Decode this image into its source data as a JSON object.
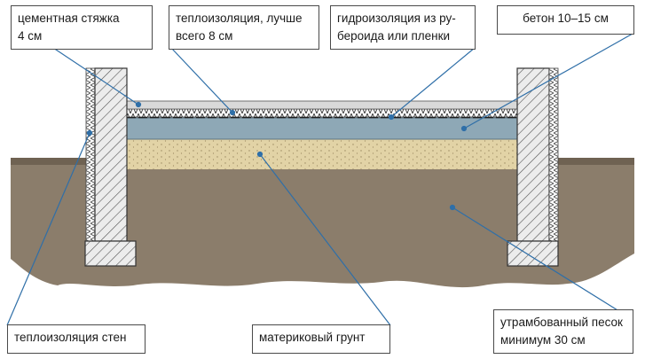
{
  "diagram": {
    "labels": {
      "cement_screed": "цементная стяжка\n4 см",
      "floor_insulation": "теплоизоляция, лучше\nвсего 8 см",
      "waterproofing": "гидроизоляция из ру-\nбероида или пленки",
      "concrete": "бетон 10–15 см",
      "wall_insulation": "теплоизоляция стен",
      "native_soil": "материковый грунт",
      "compacted_sand": "утрамбованный песок\nминимум 30 см"
    },
    "colors": {
      "soil": "#8b7d6b",
      "soil_dark": "#6f6252",
      "sand": "#e2d3a6",
      "concrete": "#8ea8b6",
      "screed": "#d9d9d9",
      "wall_fill": "#ececec",
      "leader_line": "#2f6fa8"
    }
  }
}
